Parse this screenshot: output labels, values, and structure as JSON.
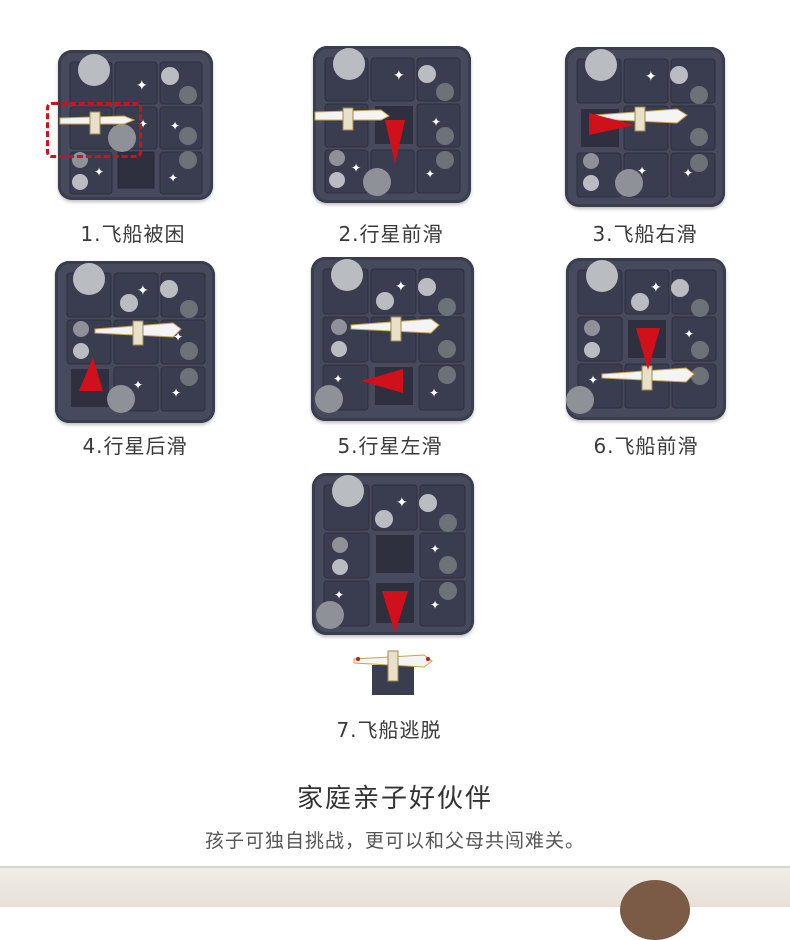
{
  "steps": [
    {
      "caption": "1.飞船被困"
    },
    {
      "caption": "2.行星前滑"
    },
    {
      "caption": "3.飞船右滑"
    },
    {
      "caption": "4.行星后滑"
    },
    {
      "caption": "5.行星左滑"
    },
    {
      "caption": "6.飞船前滑"
    },
    {
      "caption": "7.飞船逃脱"
    }
  ],
  "headline": "家庭亲子好伙伴",
  "subline": "孩子可独自挑战，更可以和父母共闯难关。",
  "colors": {
    "board": "#474a5c",
    "arrow": "#d0101a",
    "highlight": "#d0101a"
  }
}
